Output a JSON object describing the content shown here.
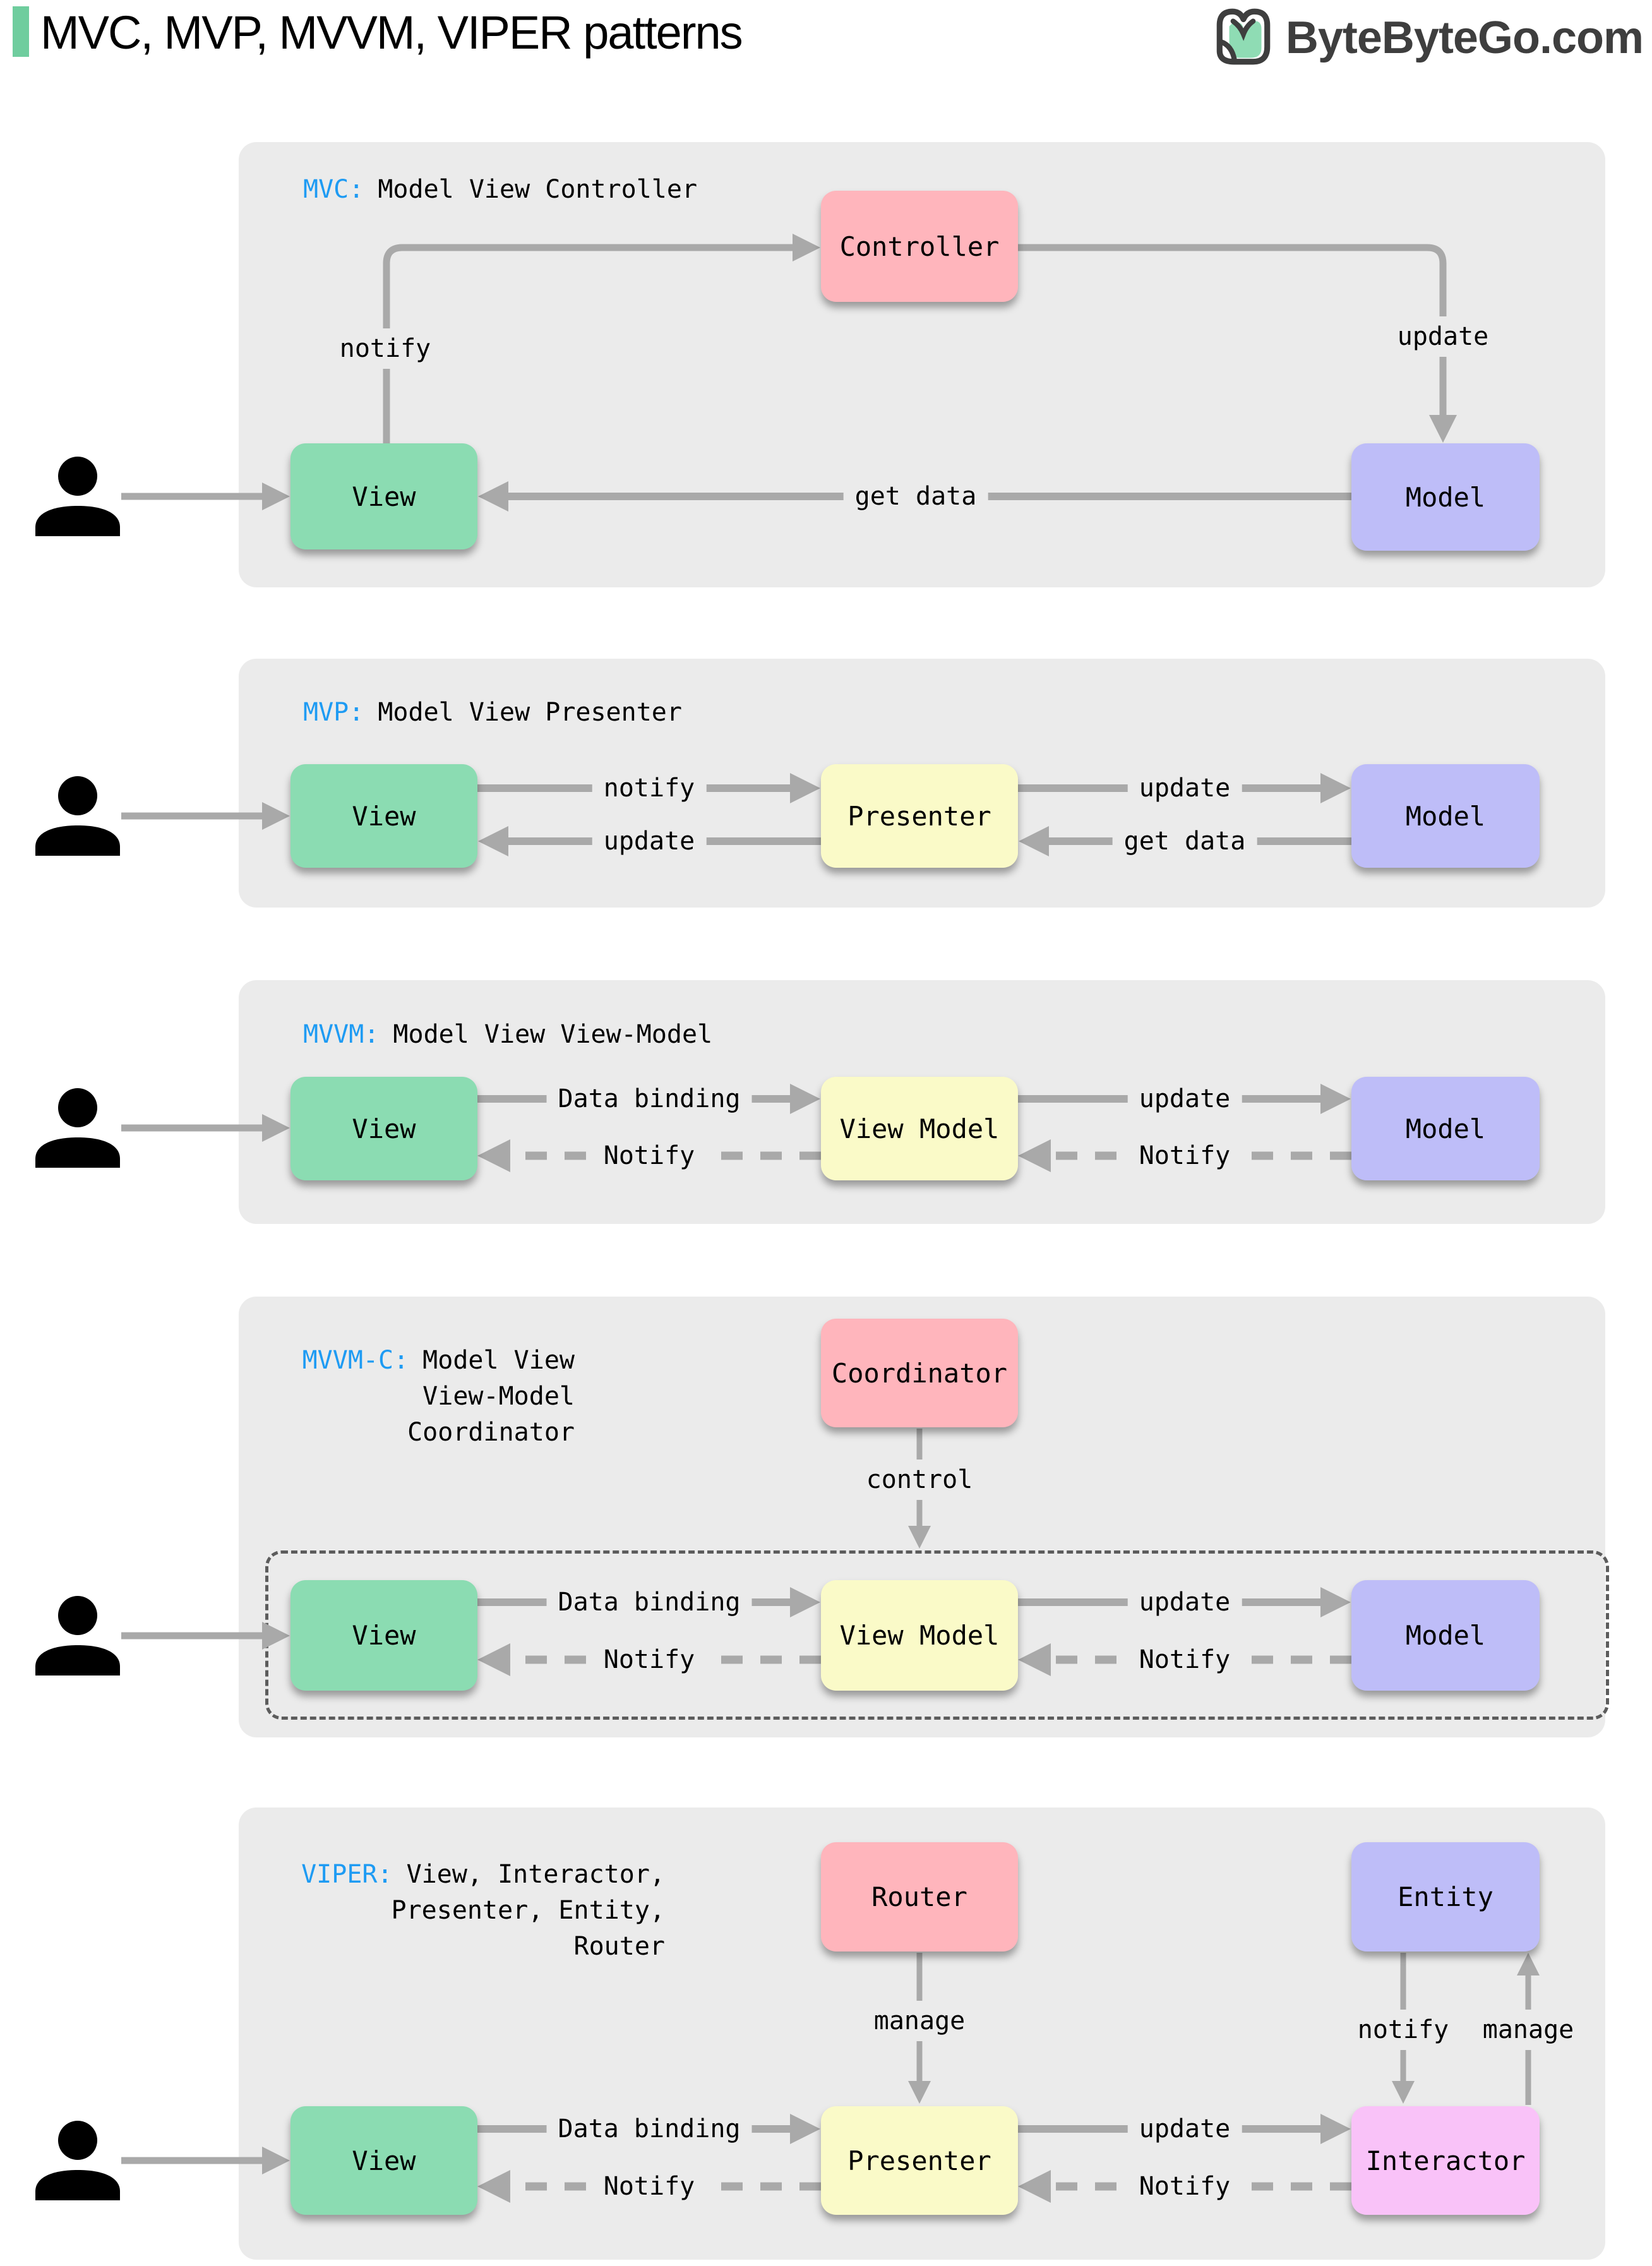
{
  "header": {
    "title": "MVC, MVP, MVVM, VIPER patterns",
    "logo_text": "ByteByteGo.com"
  },
  "colors": {
    "title_accent": "#6FCD9E",
    "heading_blue": "#1E9BF3",
    "section_bg": "#EBEBEB",
    "arrow_gray": "#A9A9A9",
    "box_green": "#8BDCB2",
    "box_pink": "#FFB5BC",
    "box_purple": "#BEBDF8",
    "box_yellow": "#FAFAC8",
    "box_magenta": "#F9C2F8",
    "logo_dark": "#3E3E3E",
    "logo_green": "#8FDCB4"
  },
  "sections": [
    {
      "heading": {
        "acronym": "MVC:",
        "line1": "Model View Controller"
      },
      "boxes": {
        "controller": "Controller",
        "view": "View",
        "model": "Model"
      },
      "labels": {
        "notify": "notify",
        "update": "update",
        "get_data": "get data"
      }
    },
    {
      "heading": {
        "acronym": "MVP:",
        "line1": "Model View Presenter"
      },
      "boxes": {
        "view": "View",
        "presenter": "Presenter",
        "model": "Model"
      },
      "labels": {
        "notify": "notify",
        "update_to_view": "update",
        "update_to_model": "update",
        "get_data": "get data"
      }
    },
    {
      "heading": {
        "acronym": "MVVM:",
        "line1": "Model View View-Model"
      },
      "boxes": {
        "view": "View",
        "view_model": "View Model",
        "model": "Model"
      },
      "labels": {
        "data_binding": "Data binding",
        "notify_left": "Notify",
        "update": "update",
        "notify_right": "Notify"
      }
    },
    {
      "heading": {
        "acronym": "MVVM-C:",
        "line1": "Model View",
        "line2": "View-Model",
        "line3": "Coordinator"
      },
      "boxes": {
        "coordinator": "Coordinator",
        "view": "View",
        "view_model": "View Model",
        "model": "Model"
      },
      "labels": {
        "control": "control",
        "data_binding": "Data binding",
        "notify_left": "Notify",
        "update": "update",
        "notify_right": "Notify"
      }
    },
    {
      "heading": {
        "acronym": "VIPER:",
        "line1": "View, Interactor,",
        "line2": "Presenter, Entity,",
        "line3": "Router"
      },
      "boxes": {
        "router": "Router",
        "entity": "Entity",
        "view": "View",
        "presenter": "Presenter",
        "interactor": "Interactor"
      },
      "labels": {
        "manage_router": "manage",
        "notify_entity": "notify",
        "manage_entity": "manage",
        "data_binding": "Data binding",
        "notify_left": "Notify",
        "update": "update",
        "notify_right": "Notify"
      }
    }
  ]
}
